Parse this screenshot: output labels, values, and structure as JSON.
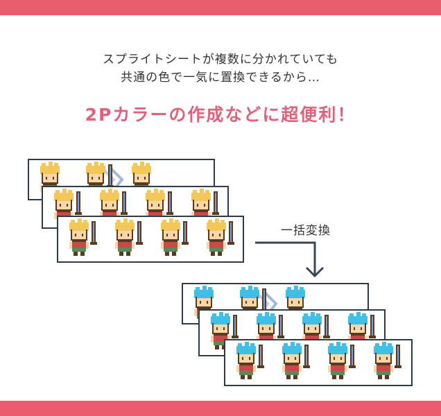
{
  "caption": {
    "line1": "スプライトシートが複数に分かれていても",
    "line2": "共通の色で一気に置換できるから…"
  },
  "headline": "2Pカラーの作成などに超便利！",
  "convert_label": "一括変換",
  "colors": {
    "band": "#eb5b6e",
    "headline": "#e2607a",
    "sheet_border": "#2d3a4a",
    "hair_original": "#f3c85a",
    "hair_converted": "#3fbfe6",
    "sword": "#7b9fd6",
    "outline": "#5a3a1e",
    "skin": "#f7d7a8",
    "shirt_red": "#c94848",
    "pants_green": "#5a8a5a",
    "arrow": "#3a4655"
  },
  "sheets": {
    "original": [
      {
        "name": "original-sheet-1",
        "sprites": 3,
        "hair": "hair_original",
        "effect": true
      },
      {
        "name": "original-sheet-2",
        "sprites": 4,
        "hair": "hair_original",
        "effect": false
      },
      {
        "name": "original-sheet-3",
        "sprites": 4,
        "hair": "hair_original",
        "effect": false
      }
    ],
    "converted": [
      {
        "name": "converted-sheet-1",
        "sprites": 3,
        "hair": "hair_converted",
        "effect": true
      },
      {
        "name": "converted-sheet-2",
        "sprites": 4,
        "hair": "hair_converted",
        "effect": false
      },
      {
        "name": "converted-sheet-3",
        "sprites": 4,
        "hair": "hair_converted",
        "effect": false
      }
    ]
  }
}
